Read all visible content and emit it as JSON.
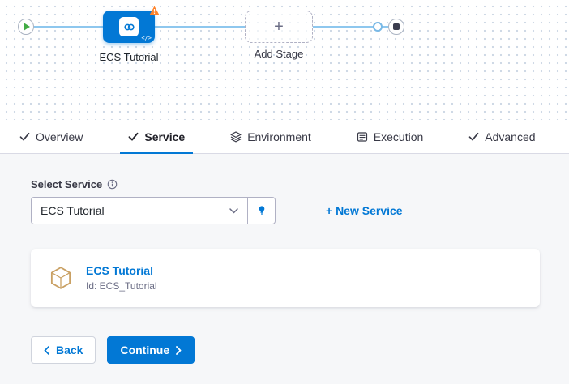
{
  "pipeline": {
    "stage_label": "ECS Tutorial",
    "add_stage_label": "Add Stage",
    "add_stage_plus": "+",
    "code_tag": "</>"
  },
  "tabs": {
    "items": [
      {
        "label": "Overview"
      },
      {
        "label": "Service"
      },
      {
        "label": "Environment"
      },
      {
        "label": "Execution"
      },
      {
        "label": "Advanced"
      }
    ],
    "active": "Service"
  },
  "service_form": {
    "select_label": "Select Service",
    "selected_value": "ECS Tutorial",
    "new_service_label": "+ New Service",
    "card": {
      "title": "ECS Tutorial",
      "id": "Id: ECS_Tutorial"
    }
  },
  "footer": {
    "back_label": "Back",
    "continue_label": "Continue"
  },
  "colors": {
    "primary": "#0278d5",
    "warning": "#ff832b",
    "success": "#42ab45",
    "connector": "#8ec7ee"
  }
}
